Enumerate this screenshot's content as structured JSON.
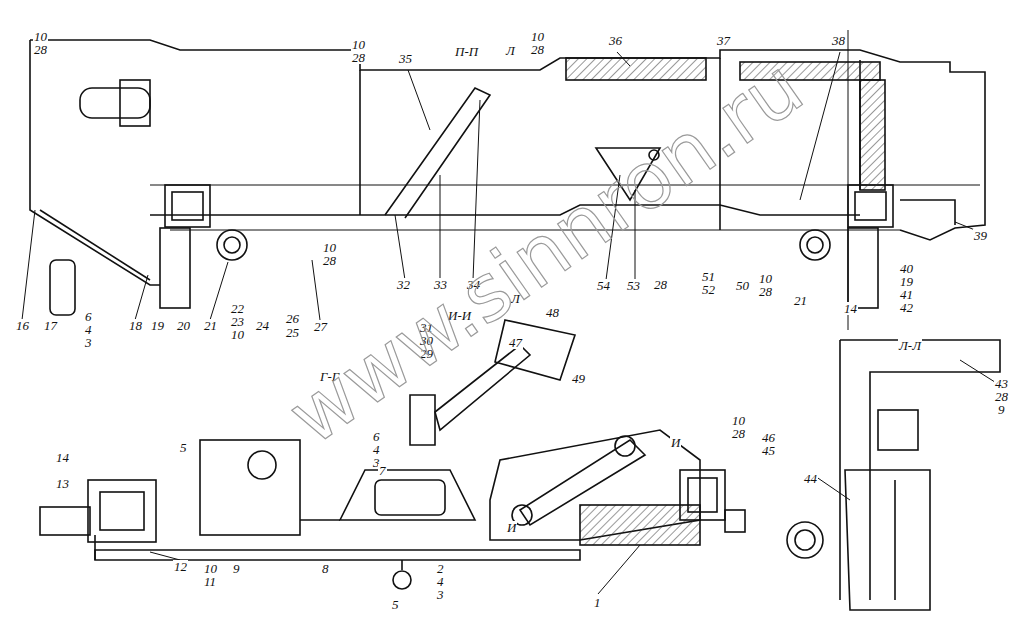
{
  "diagram": {
    "labels": [
      "10",
      "28",
      "10",
      "28",
      "35",
      "П-П",
      "Л",
      "10",
      "28",
      "36",
      "37",
      "38",
      "39",
      "40",
      "19",
      "41",
      "42",
      "14",
      "21",
      "10",
      "28",
      "50",
      "51",
      "52",
      "28",
      "53",
      "54",
      "32",
      "33",
      "34",
      "Л",
      "16",
      "17",
      "6",
      "4",
      "3",
      "18",
      "19",
      "20",
      "21",
      "22",
      "23",
      "10",
      "24",
      "25",
      "26",
      "10",
      "28",
      "27",
      "Г-Г",
      "И-И",
      "31",
      "30",
      "29",
      "47",
      "48",
      "49",
      "Л-Л",
      "43",
      "28",
      "9",
      "44",
      "10",
      "28",
      "46",
      "45",
      "И",
      "И",
      "14",
      "13",
      "5",
      "6",
      "4",
      "3",
      "7",
      "12",
      "10",
      "11",
      "9",
      "8",
      "5",
      "2",
      "4",
      "3",
      "1",
      "www.sinnron.ru"
    ]
  }
}
